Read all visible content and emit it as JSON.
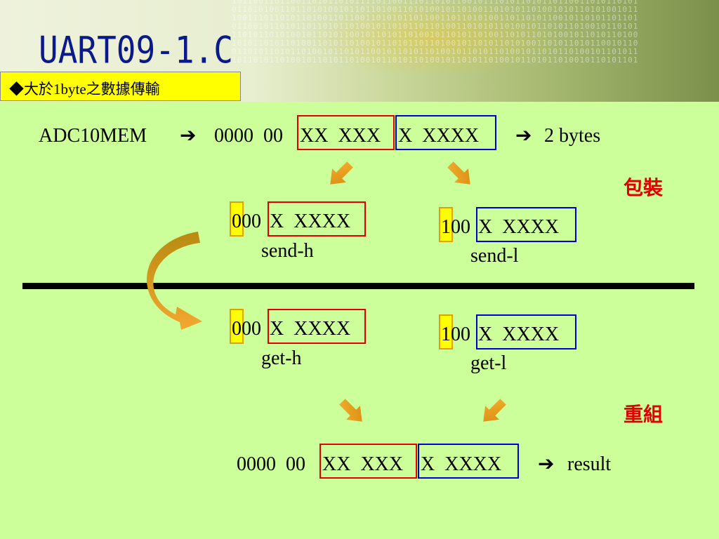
{
  "slide": {
    "title": "UART09-1.C",
    "subtitle": "◆大於1byte之數據傳輸"
  },
  "row1": {
    "label": "ADC10MEM",
    "arrow": "➔",
    "prefix": "0000  00",
    "high_bits": "XX  XXX",
    "low_bits": "X  XXXX",
    "arrow2": "➔",
    "result_text": "2 bytes"
  },
  "pack_label": "包裝",
  "send_h": {
    "flag": "0",
    "bits": "00",
    "data": "X  XXXX",
    "name": "send-h"
  },
  "send_l": {
    "flag": "1",
    "bits": "00",
    "data": "X  XXXX",
    "name": "send-l"
  },
  "get_h": {
    "flag": "0",
    "bits": "00",
    "data": "X  XXXX",
    "name": "get-h"
  },
  "get_l": {
    "flag": "1",
    "bits": "00",
    "data": "X  XXXX",
    "name": "get-l"
  },
  "reassemble_label": "重組",
  "row_result": {
    "prefix": "0000  00",
    "high_bits": "XX  XXX",
    "low_bits": "X  XXXX",
    "arrow": "➔",
    "result_text": "result"
  },
  "colors": {
    "background": "#ccff99",
    "highlight": "#ffff00",
    "red": "#e00000",
    "blue": "#0000cc",
    "arrow": "#e8a21e"
  }
}
